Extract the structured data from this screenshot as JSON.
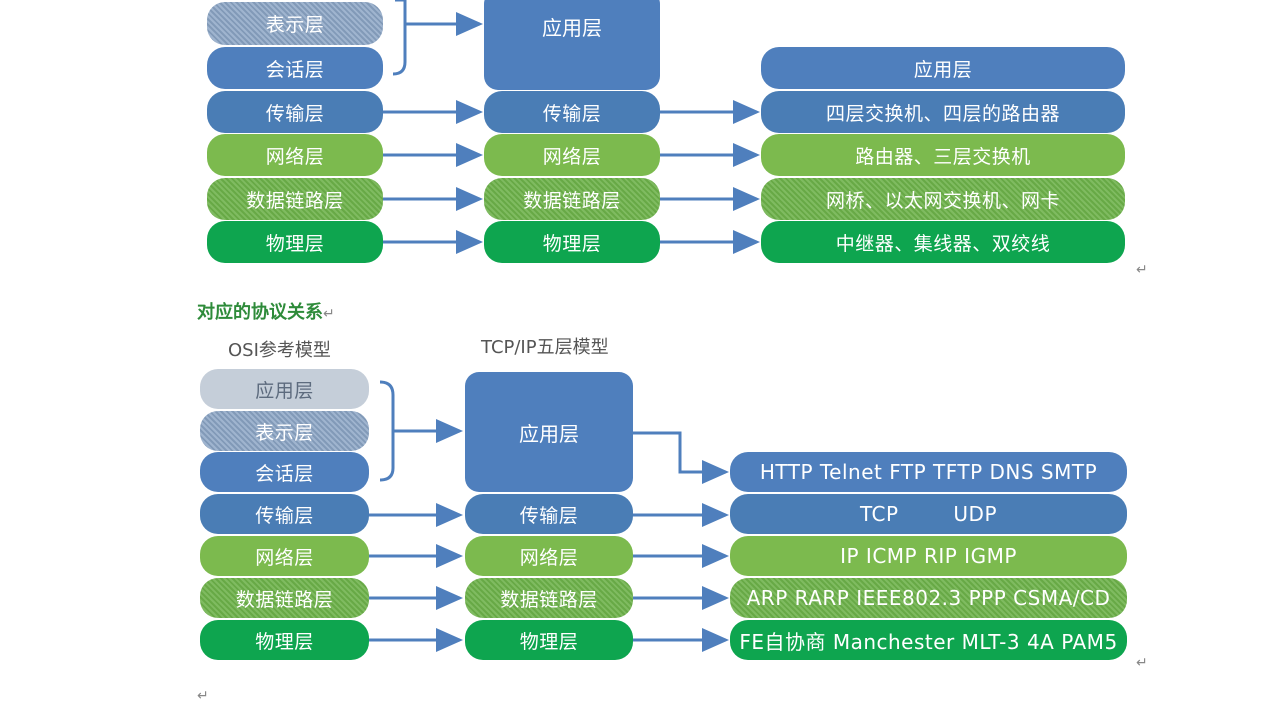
{
  "top": {
    "osi": [
      "表示层",
      "会话层",
      "传输层",
      "网络层",
      "数据链路层",
      "物理层"
    ],
    "tcpip": [
      "应用层",
      "传输层",
      "网络层",
      "数据链路层",
      "物理层"
    ],
    "devices": [
      "应用层",
      "四层交换机、四层的路由器",
      "路由器、三层交换机",
      "网桥、以太网交换机、网卡",
      "中继器、集线器、双绞线"
    ]
  },
  "section_title": "对应的协议关系",
  "bottom": {
    "osi_label": "OSI参考模型",
    "tcpip_label": "TCP/IP五层模型",
    "osi": [
      "应用层",
      "表示层",
      "会话层",
      "传输层",
      "网络层",
      "数据链路层",
      "物理层"
    ],
    "tcpip": [
      "应用层",
      "传输层",
      "网络层",
      "数据链路层",
      "物理层"
    ],
    "protocols": [
      "HTTP Telnet FTP TFTP DNS SMTP",
      "TCP        UDP",
      "IP ICMP RIP IGMP",
      "ARP RARP IEEE802.3 PPP CSMA/CD",
      "FE自协商 Manchester MLT-3 4A PAM5"
    ]
  },
  "marks": {
    "return": "↵"
  },
  "colors": {
    "blue": "#4f7fbd",
    "green": "#7cba4e",
    "dark_green": "#0ea54f",
    "arrow": "#4f7fbd"
  }
}
